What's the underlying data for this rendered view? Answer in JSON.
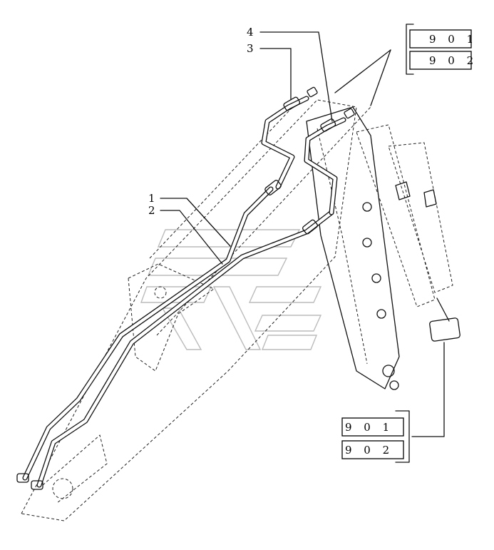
{
  "callouts": [
    {
      "label": "1"
    },
    {
      "label": "2"
    },
    {
      "label": "3"
    },
    {
      "label": "4"
    }
  ],
  "reference_groups": [
    {
      "codes": [
        "9 0 1",
        "9 0 2"
      ]
    },
    {
      "codes": [
        "9 0 1",
        "9 0 2"
      ]
    }
  ]
}
